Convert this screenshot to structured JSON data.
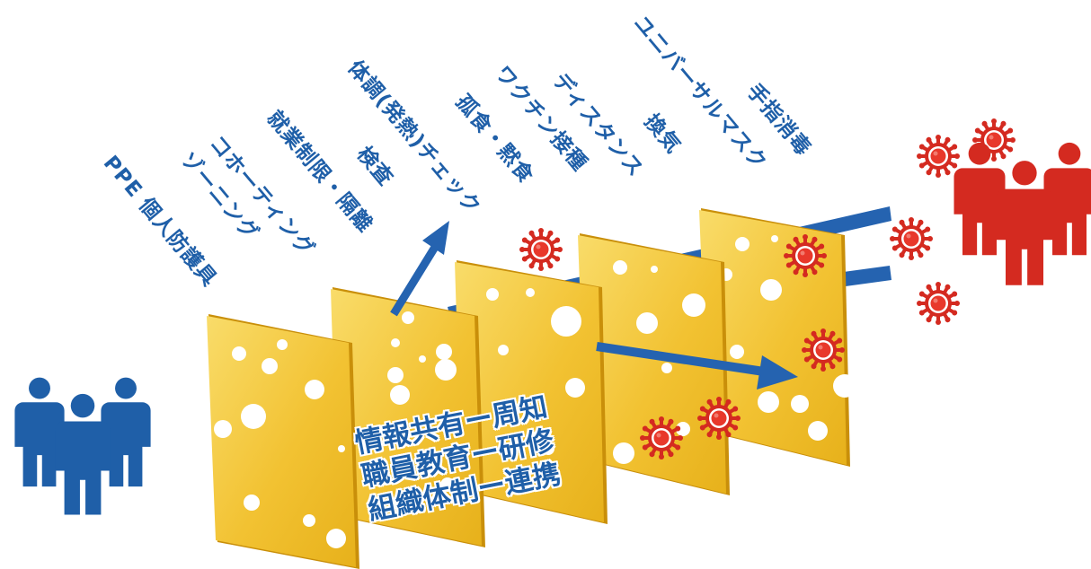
{
  "colors": {
    "blue": "#1f5fa8",
    "red": "#d42a20",
    "cheese_light": "#f7d154",
    "cheese_dark": "#e0a80f",
    "arrow": "#2563b0"
  },
  "icons": {
    "left_group": "people-group-icon",
    "right_group": "people-group-icon",
    "virus": "virus-icon"
  },
  "layer_labels": [
    "PPE 個人防護具",
    "コホーティング",
    "ゾーニング",
    "就業制限・隔離",
    "検査",
    "体調(発熱)チェック",
    "孤食・黙食",
    "ワクチン接種",
    "ディスタンス",
    "ユニバーサルマスク",
    "換気",
    "手指消毒"
  ],
  "caption": {
    "line1": "情報共有ー周知",
    "line2": "職員教育ー研修",
    "line3": "組織体制ー連携"
  }
}
